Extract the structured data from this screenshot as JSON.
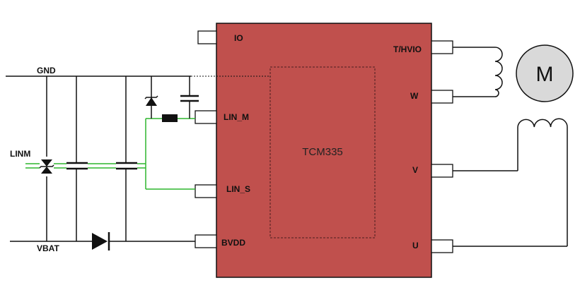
{
  "chip": {
    "name": "TCM335",
    "fill": "#c0504d",
    "pins_left": [
      "IO",
      "LIN_M",
      "LIN_S",
      "BVDD"
    ],
    "pins_right": [
      "T/HVIO",
      "W",
      "V",
      "U"
    ]
  },
  "nets": {
    "gnd": "GND",
    "linm": "LINM",
    "vbat": "VBAT"
  },
  "motor": {
    "label": "M"
  },
  "colors": {
    "wire": "#111111",
    "lin_wire": "#2db52d",
    "body": "#c0504d",
    "motor_fill": "#d9d9d9"
  }
}
